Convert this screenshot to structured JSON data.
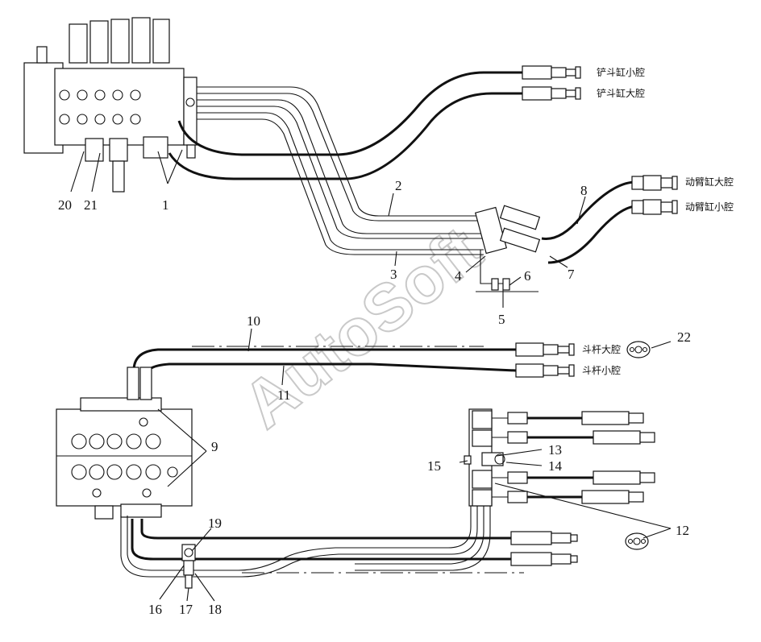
{
  "watermark": "AutoSoft",
  "part_numbers": {
    "p1": "1",
    "p2": "2",
    "p3": "3",
    "p4": "4",
    "p5": "5",
    "p6": "6",
    "p7": "7",
    "p8": "8",
    "p9": "9",
    "p10": "10",
    "p11": "11",
    "p12": "12",
    "p13": "13",
    "p14": "14",
    "p15": "15",
    "p16": "16",
    "p17": "17",
    "p18": "18",
    "p19": "19",
    "p20": "20",
    "p21": "21",
    "p22": "22"
  },
  "port_labels": {
    "bucket_cyl_small": "铲斗缸小腔",
    "bucket_cyl_large": "铲斗缸大腔",
    "boom_cyl_large": "动臂缸大腔",
    "boom_cyl_small": "动臂缸小腔",
    "stick_large": "斗杆大腔",
    "stick_small": "斗杆小腔"
  }
}
